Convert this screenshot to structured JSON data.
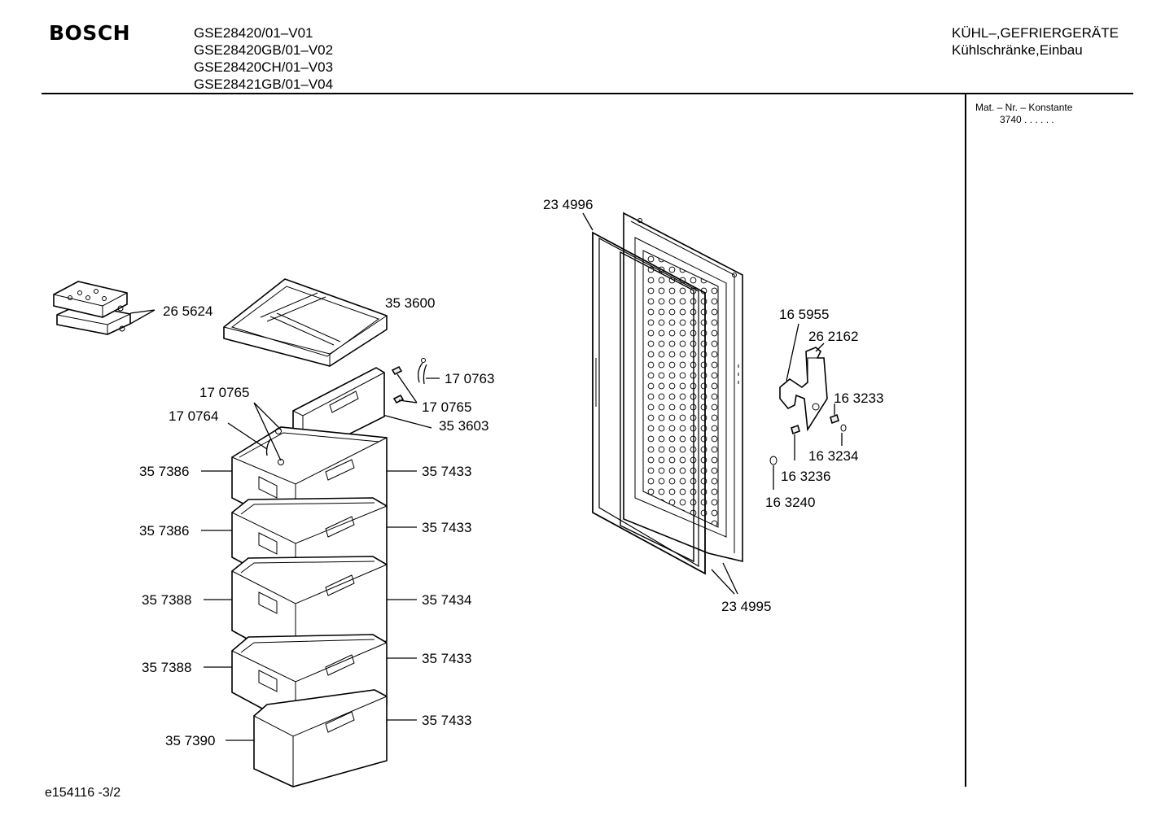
{
  "header": {
    "brand": "BOSCH",
    "models": [
      "GSE28420/01–V01",
      "GSE28420GB/01–V02",
      "GSE28420CH/01–V03",
      "GSE28421GB/01–V04"
    ],
    "category_line1": "KÜHL–,GEFRIERGERÄTE",
    "category_line2": "Kühlschränke,Einbau"
  },
  "side_panel": {
    "mat_label": "Mat. – Nr. – Konstante",
    "mat_value": "3740  .  .  .  .  .  ."
  },
  "footer": {
    "doc_id": "e154116 -3/2"
  },
  "parts": {
    "p265624": "26 5624",
    "p353600": "35 3600",
    "p170763": "17 0763",
    "p170765a": "17 0765",
    "p170765b": "17 0765",
    "p170764": "17 0764",
    "p353603": "35 3603",
    "p357386a": "35 7386",
    "p357433a": "35 7433",
    "p357386b": "35 7386",
    "p357433b": "35 7433",
    "p357388a": "35 7388",
    "p357434": "35 7434",
    "p357388b": "35 7388",
    "p357433c": "35 7433",
    "p357390": "35 7390",
    "p357433d": "35 7433",
    "p234996": "23 4996",
    "p234995": "23 4995",
    "p165955": "16 5955",
    "p262162": "26 2162",
    "p163233": "16 3233",
    "p163234": "16 3234",
    "p163236": "16 3236",
    "p163240": "16 3240"
  }
}
